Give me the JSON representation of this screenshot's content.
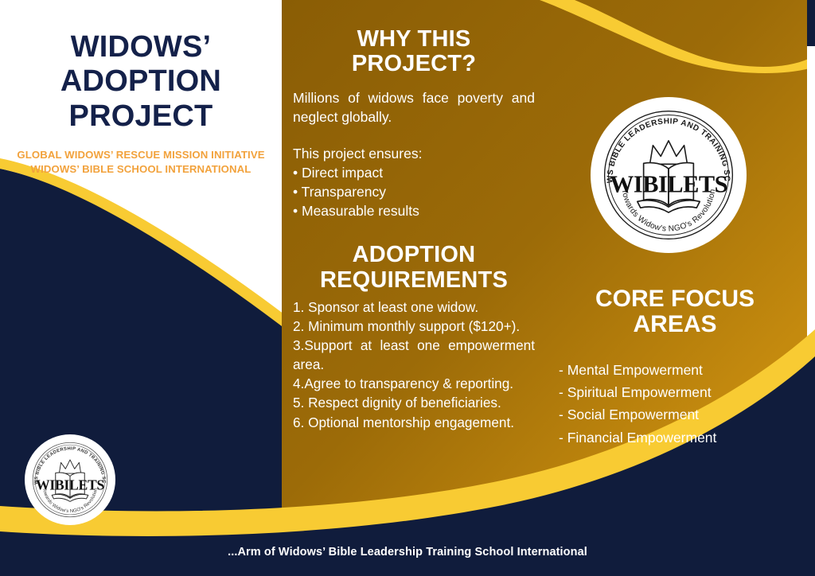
{
  "poster": {
    "title": "WIDOWS’\nADOPTION\nPROJECT",
    "subtitle": "GLOBAL WIDOWS’ RESCUE MISSION INITIATIVE\nWIDOWS’ BIBLE SCHOOL INTERNATIONAL",
    "footer": "...Arm of Widows’ Bible Leadership Training School  International"
  },
  "why_section": {
    "heading": "WHY THIS\nPROJECT?",
    "intro": "Millions of widows face poverty and neglect globally.",
    "ensures_label": "This project ensures:",
    "bullets": [
      "• Direct impact",
      "• Transparency",
      "• Measurable results"
    ]
  },
  "requirements_section": {
    "heading": "ADOPTION\nREQUIREMENTS",
    "items": [
      "1. Sponsor at least one widow.",
      "2. Minimum monthly support ($120+).",
      "3.Support at least one empowerment area.",
      "4.Agree to transparency & reporting.",
      "5. Respect dignity of beneficiaries.",
      "6. Optional mentorship engagement."
    ]
  },
  "focus_section": {
    "heading": "CORE FOCUS\nAREAS",
    "items": [
      "- Mental Empowerment",
      "- Spiritual Empowerment",
      "- Social Empowerment",
      "- Financial Empowerment"
    ]
  },
  "logo": {
    "center_text": "WIBILETS",
    "arc_top": "WIDOWS BIBLE LEADERSHIP AND TRAINING SCHOOL",
    "arc_bottom": "Towards Widow's NGO's Revolution"
  },
  "colors": {
    "navy": "#101C3C",
    "gold_dark": "#8B5E06",
    "gold_light": "#D29410",
    "yellow": "#F8CB33",
    "orange": "#F2A23C",
    "white": "#FFFFFF"
  }
}
